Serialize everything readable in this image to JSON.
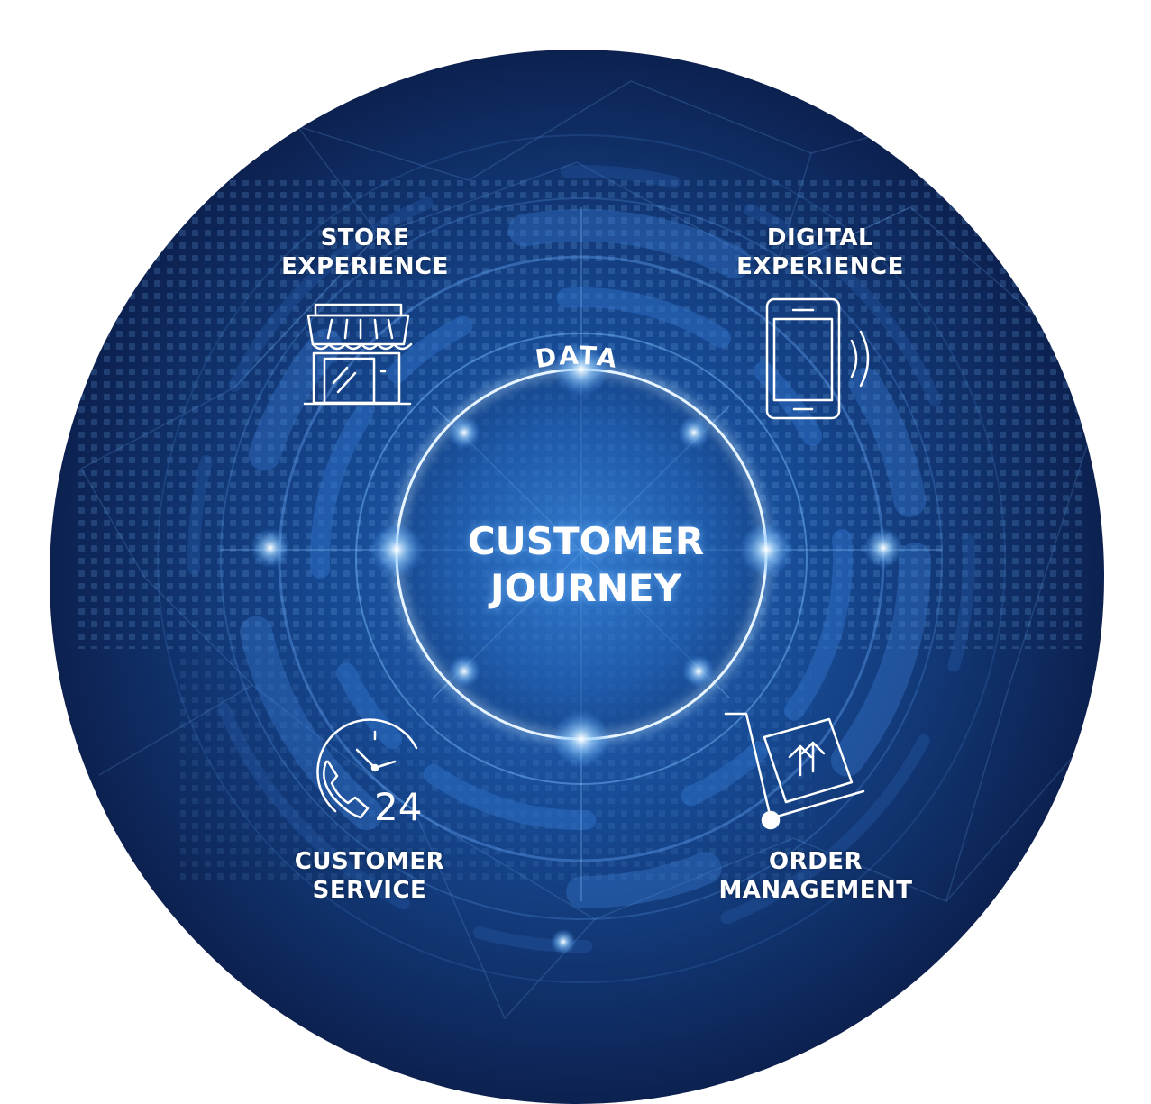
{
  "center": {
    "line1": "CUSTOMER",
    "line2": "JOURNEY"
  },
  "ring_label": "DATA",
  "nodes": {
    "store": {
      "line1": "STORE",
      "line2": "EXPERIENCE",
      "icon": "storefront-icon"
    },
    "digital": {
      "line1": "DIGITAL",
      "line2": "EXPERIENCE",
      "icon": "smartphone-icon"
    },
    "service": {
      "line1": "CUSTOMER",
      "line2": "SERVICE",
      "icon": "24h-phone-clock-icon",
      "icon_text": "24"
    },
    "order": {
      "line1": "ORDER",
      "line2": "MANAGEMENT",
      "icon": "hand-truck-box-icon"
    }
  },
  "colors": {
    "deep": "#0d2350",
    "mid": "#123a78",
    "glow": "#7fc4ff",
    "text": "#ffffff"
  }
}
